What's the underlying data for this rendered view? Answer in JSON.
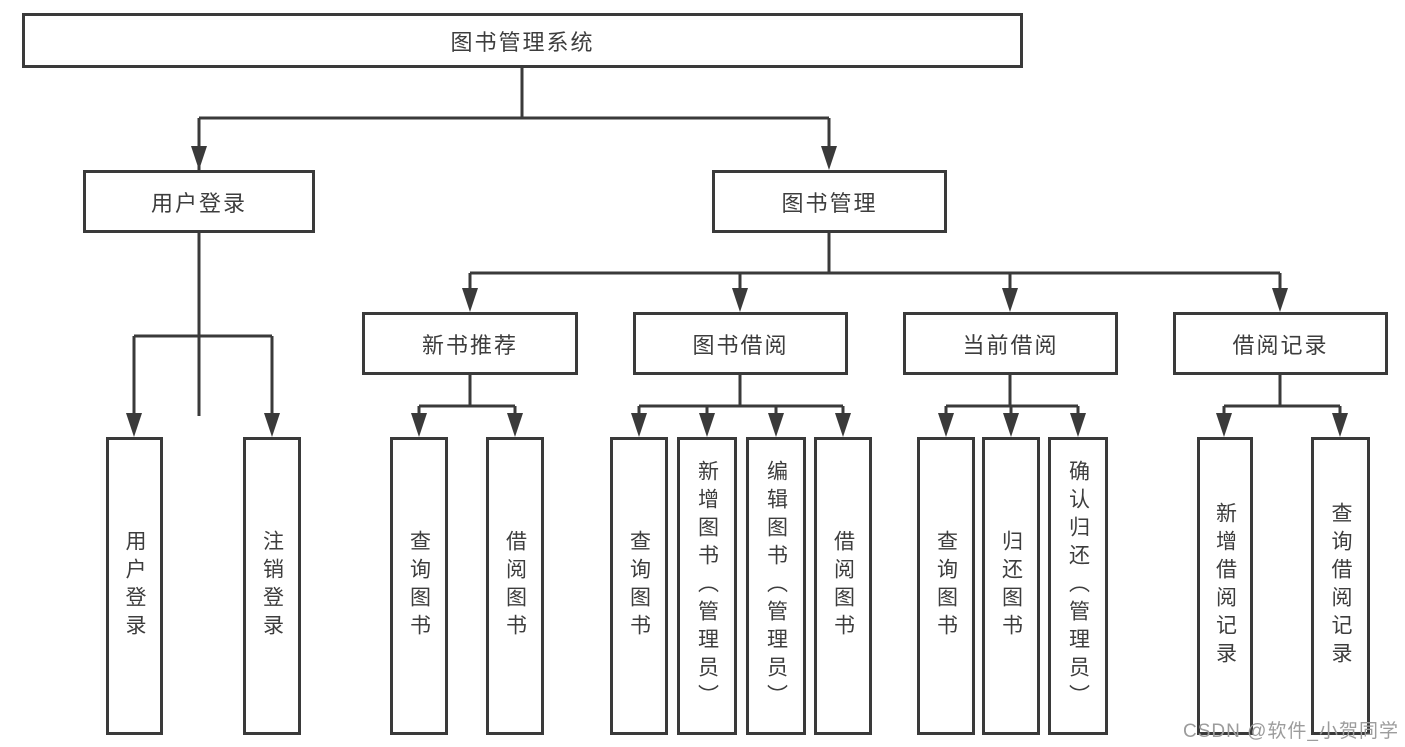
{
  "diagram": {
    "type": "function-structure-tree",
    "nodes": {
      "root": {
        "label": "图书管理系统"
      },
      "user_login_group": {
        "label": "用户登录"
      },
      "book_management": {
        "label": "图书管理"
      },
      "new_book_recommend": {
        "label": "新书推荐"
      },
      "book_borrowing": {
        "label": "图书借阅"
      },
      "current_borrowing": {
        "label": "当前借阅"
      },
      "borrowing_records": {
        "label": "借阅记录"
      },
      "leaf_user_login": {
        "label": "用户登录"
      },
      "leaf_logout": {
        "label": "注销登录"
      },
      "leaf_rec_query_books": {
        "label": "查询图书"
      },
      "leaf_rec_borrow_books": {
        "label": "借阅图书"
      },
      "leaf_bb_query_books": {
        "label": "查询图书"
      },
      "leaf_bb_add_books": {
        "label": "新增图书（管理员）"
      },
      "leaf_bb_edit_books": {
        "label": "编辑图书（管理员）"
      },
      "leaf_bb_borrow_books": {
        "label": "借阅图书"
      },
      "leaf_cb_query_books": {
        "label": "查询图书"
      },
      "leaf_cb_return_books": {
        "label": "归还图书"
      },
      "leaf_cb_confirm_return": {
        "label": "确认归还（管理员）"
      },
      "leaf_br_add_record": {
        "label": "新增借阅记录"
      },
      "leaf_br_query_record": {
        "label": "查询借阅记录"
      }
    },
    "colors": {
      "line": "#3a3a3a",
      "text": "#3d3d3d",
      "background": "#ffffff",
      "watermark": "#9c9c9c"
    }
  },
  "watermark": {
    "text": "CSDN @软件_小贺同学"
  }
}
